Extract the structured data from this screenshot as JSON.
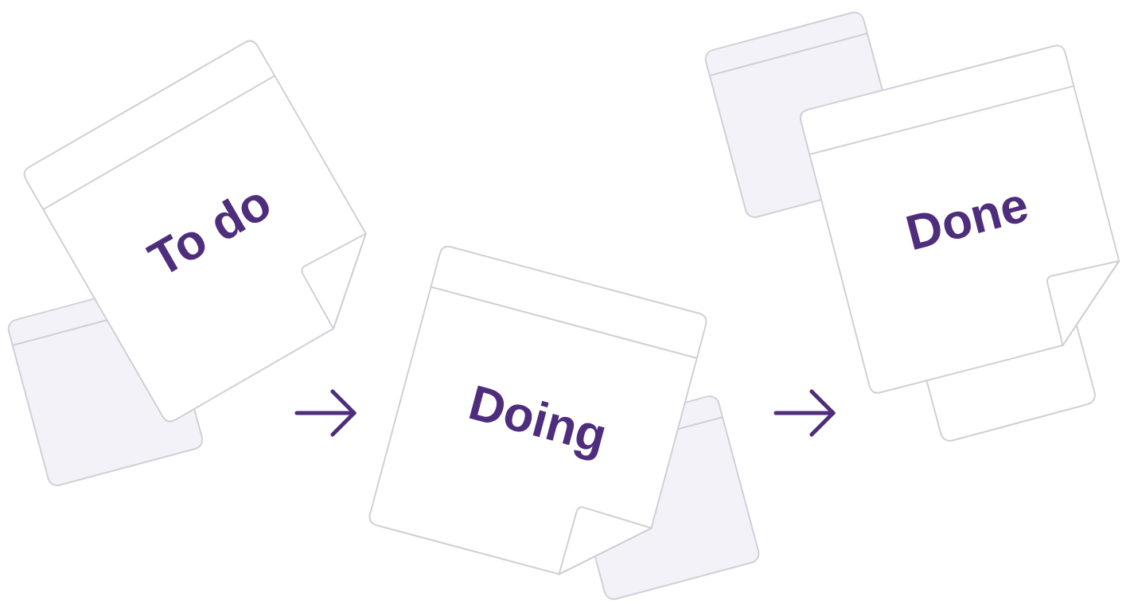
{
  "diagram": {
    "nodes": [
      {
        "text": [
          "To do"
        ]
      },
      {
        "text": [
          "Doing"
        ]
      },
      {
        "text": [
          "Done"
        ]
      }
    ],
    "edges": [
      {
        "from": 0,
        "to": 1,
        "arrow": "to"
      },
      {
        "from": 1,
        "to": 2,
        "arrow": "to"
      }
    ]
  }
}
